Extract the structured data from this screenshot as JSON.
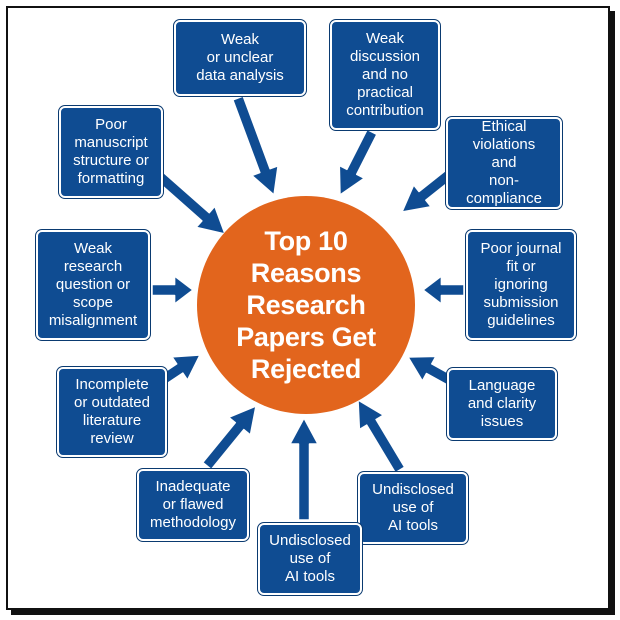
{
  "colors": {
    "box": "#0f4c92",
    "arrow": "#0f4c92",
    "hub": "#e2651d",
    "text": "#ffffff"
  },
  "center": {
    "title": "Top 10\nReasons\nResearch\nPapers Get\nRejected"
  },
  "reasons": [
    {
      "id": "data-analysis",
      "text": "Weak\nor unclear\ndata analysis"
    },
    {
      "id": "discussion",
      "text": "Weak\ndiscussion\nand no\npractical\ncontribution"
    },
    {
      "id": "ethics",
      "text": "Ethical\nviolations\nand\nnon-compliance"
    },
    {
      "id": "journal-fit",
      "text": "Poor journal\nfit or\nignoring\nsubmission\nguidelines"
    },
    {
      "id": "language",
      "text": "Language\nand clarity\nissues"
    },
    {
      "id": "ai-tools-right",
      "text": "Undisclosed\nuse of\nAI tools"
    },
    {
      "id": "ai-tools-bottom",
      "text": "Undisclosed\nuse of\nAI tools"
    },
    {
      "id": "methodology",
      "text": "Inadequate\nor flawed\nmethodology"
    },
    {
      "id": "literature",
      "text": "Incomplete\nor outdated\nliterature\nreview"
    },
    {
      "id": "research-question",
      "text": "Weak\nresearch\nquestion or\nscope\nmisalignment"
    },
    {
      "id": "structure",
      "text": "Poor\nmanuscript\nstructure or\nformatting"
    }
  ]
}
